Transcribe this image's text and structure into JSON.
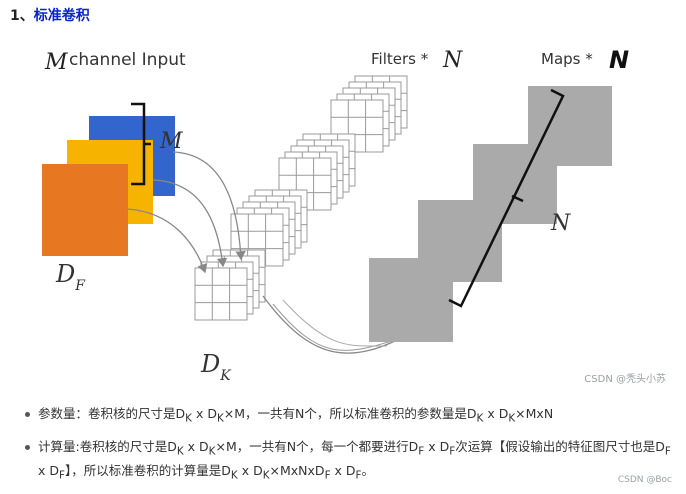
{
  "heading": {
    "prefix": "1、",
    "title": "标准卷积"
  },
  "figure": {
    "input_label_m": "M",
    "input_label_rest": "channel Input",
    "filters_label": "Filters * ",
    "filters_n": "N",
    "maps_label": "Maps * ",
    "maps_n": "N",
    "brace_m": "M",
    "brace_n": "N",
    "df_main": "D",
    "df_sub": "F",
    "dk_main": "D",
    "dk_sub": "K",
    "colors": {
      "orange": "#E87722",
      "yellow": "#F6B400",
      "blue": "#3366CC",
      "gray": "#AAAAAA"
    }
  },
  "watermark": "CSDN @秃头小苏",
  "bullets": [
    {
      "segments": [
        {
          "t": "参数量：卷积核的尺寸是D"
        },
        {
          "s": "K"
        },
        {
          "t": " x D"
        },
        {
          "s": "K"
        },
        {
          "t": "×M，一共有N个，所以标准卷积的参数量是D"
        },
        {
          "s": "K"
        },
        {
          "t": " x D"
        },
        {
          "s": "K"
        },
        {
          "t": "×MxN"
        }
      ]
    },
    {
      "segments": [
        {
          "t": "计算量:卷积核的尺寸是D"
        },
        {
          "s": "K"
        },
        {
          "t": " x D"
        },
        {
          "s": "K"
        },
        {
          "t": "×M，一共有N个，每一个都要进行D"
        },
        {
          "s": "F"
        },
        {
          "t": " x D"
        },
        {
          "s": "F"
        },
        {
          "t": "次运算【假设输出的特征图尺寸也是D"
        },
        {
          "s": "F"
        },
        {
          "t": " x D"
        },
        {
          "s": "F"
        },
        {
          "t": "】，所以标准卷积的计算量是D"
        },
        {
          "s": "K"
        },
        {
          "t": " x D"
        },
        {
          "s": "K"
        },
        {
          "t": "×MxNxD"
        },
        {
          "s": "F"
        },
        {
          "t": " x D"
        },
        {
          "s": "F"
        },
        {
          "t": "。"
        }
      ]
    }
  ],
  "footer_mark": "CSDN @Boc"
}
